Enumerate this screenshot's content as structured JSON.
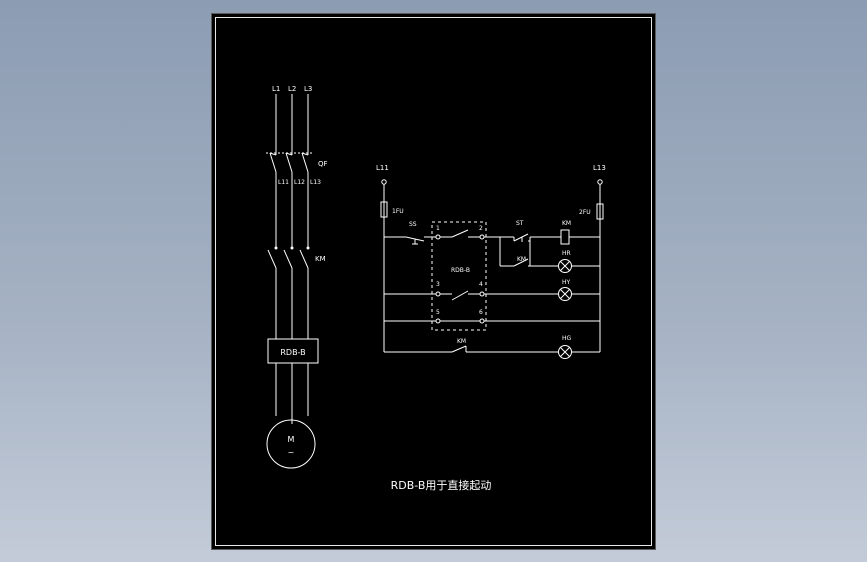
{
  "diagram": {
    "title": "RDB-B用于直接起动",
    "main": {
      "phases": [
        "L1",
        "L2",
        "L3"
      ],
      "breaker_tag": "QF",
      "breaker_outputs": [
        "L11",
        "L12",
        "L13"
      ],
      "contactor_tag": "KM",
      "relay_label": "RDB-B",
      "motor_label": "M",
      "motor_symbol": "~"
    },
    "control": {
      "left_supply": "L11",
      "right_supply": "L13",
      "fuse1": "1FU",
      "fuse2": "2FU",
      "stop_button": "SS",
      "start_button": "ST",
      "coil": "KM",
      "aux_contact": "KM",
      "nc_contact": "KM",
      "relay_label": "RDB-B",
      "terminals": [
        "1",
        "2",
        "3",
        "4",
        "5",
        "6"
      ],
      "lamps": [
        "HR",
        "HY",
        "HG"
      ]
    }
  }
}
